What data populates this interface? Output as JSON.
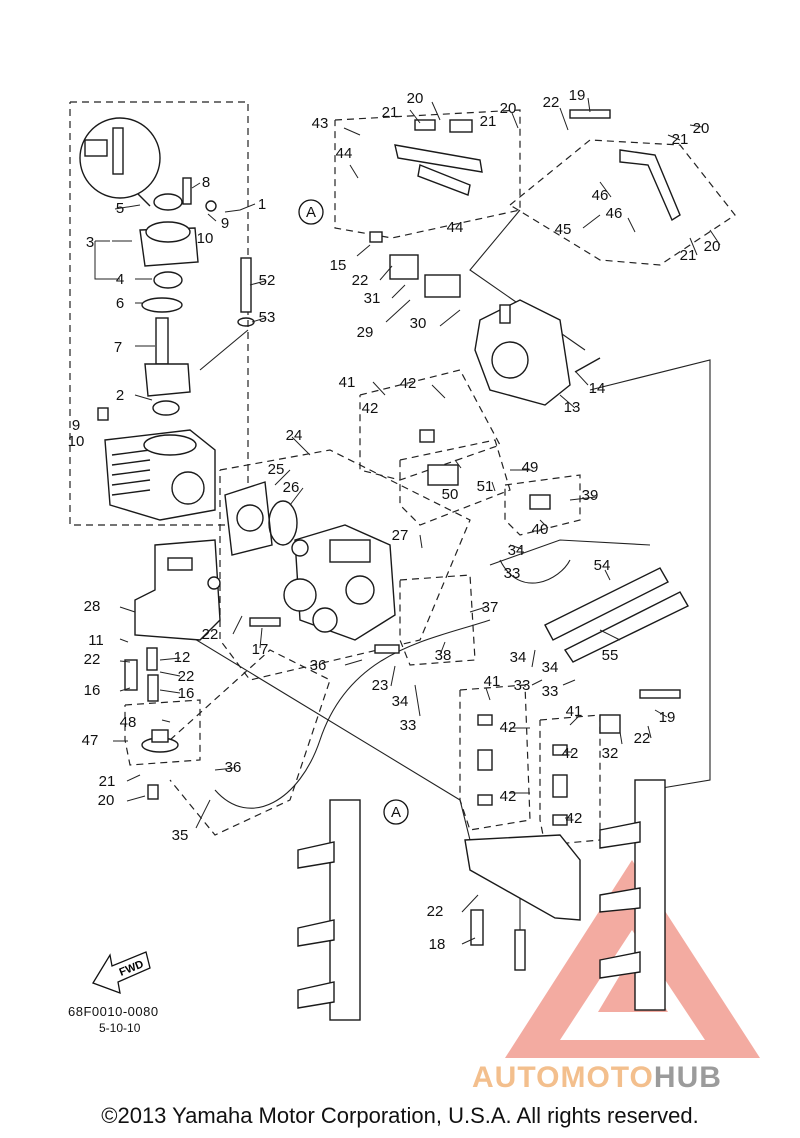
{
  "diagram": {
    "reference_code": "68F0010-0080",
    "revision_date": "5-10-10",
    "fwd_label": "FWD",
    "detail_marker": "A",
    "callouts": [
      "1",
      "2",
      "3",
      "4",
      "5",
      "6",
      "7",
      "8",
      "9",
      "10",
      "11",
      "12",
      "13",
      "14",
      "15",
      "16",
      "17",
      "18",
      "19",
      "20",
      "21",
      "22",
      "23",
      "24",
      "25",
      "26",
      "27",
      "28",
      "29",
      "30",
      "31",
      "32",
      "33",
      "34",
      "35",
      "36",
      "37",
      "38",
      "39",
      "40",
      "41",
      "42",
      "43",
      "44",
      "45",
      "46",
      "47",
      "48",
      "49",
      "50",
      "51",
      "52",
      "53",
      "54",
      "55"
    ]
  },
  "watermark": {
    "brand_part1": "AUTOMOTO",
    "brand_part2": "HUB",
    "color_primary": "#f1a99c",
    "color_secondary": "#8a8a8a",
    "color_text": "#f2b47a"
  },
  "footer": {
    "copyright": "©2013 Yamaha Motor Corporation, U.S.A. All rights reserved."
  }
}
